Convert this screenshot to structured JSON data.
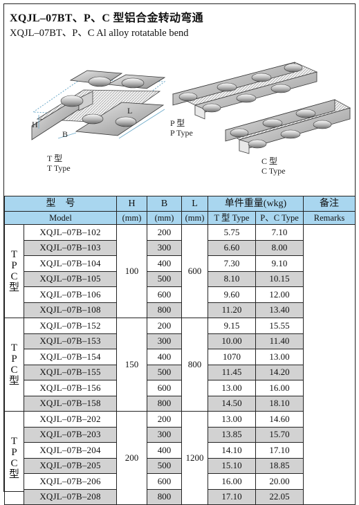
{
  "title_zh": "XQJL–07BT、P、C 型铝合金转动弯通",
  "title_en": "XQJL–07BT、P、C Al alloy rotatable bend",
  "illustration": {
    "t_dims": {
      "h": "H",
      "b": "B",
      "l": "L"
    },
    "t_type_zh": "T 型",
    "t_type_en": "T Type",
    "p_type_zh": "P 型",
    "p_type_en": "P Type",
    "c_type_zh": "C 型",
    "c_type_en": "C Type"
  },
  "colors": {
    "header_bg": "#a9d6ef",
    "shade_row": "#d2d2d2"
  },
  "table": {
    "headers": {
      "model_zh": "型　号",
      "model_en": "Model",
      "h": "H",
      "b": "B",
      "l": "L",
      "unit": "(mm)",
      "weight": "单件重量(wkg)",
      "t_type": "T 型 Type",
      "pc_type": "P、C Type",
      "remarks_zh": "备注",
      "remarks_en": "Remarks"
    },
    "groups": [
      {
        "label": [
          "T",
          "P",
          "C",
          "型"
        ],
        "h": "100",
        "l": "600",
        "rows": [
          {
            "model": "XQJL–07B–102",
            "b": "200",
            "t": "5.75",
            "pc": "7.10"
          },
          {
            "model": "XQJL–07B–103",
            "b": "300",
            "t": "6.60",
            "pc": "8.00"
          },
          {
            "model": "XQJL–07B–104",
            "b": "400",
            "t": "7.30",
            "pc": "9.10"
          },
          {
            "model": "XQJL–07B–105",
            "b": "500",
            "t": "8.10",
            "pc": "10.15"
          },
          {
            "model": "XQJL–07B–106",
            "b": "600",
            "t": "9.60",
            "pc": "12.00"
          },
          {
            "model": "XQJL–07B–108",
            "b": "800",
            "t": "11.20",
            "pc": "13.40"
          }
        ]
      },
      {
        "label": [
          "T",
          "P",
          "C",
          "型"
        ],
        "h": "150",
        "l": "800",
        "rows": [
          {
            "model": "XQJL–07B–152",
            "b": "200",
            "t": "9.15",
            "pc": "15.55"
          },
          {
            "model": "XQJL–07B–153",
            "b": "300",
            "t": "10.00",
            "pc": "11.40"
          },
          {
            "model": "XQJL–07B–154",
            "b": "400",
            "t": "1070",
            "pc": "13.00"
          },
          {
            "model": "XQJL–07B–155",
            "b": "500",
            "t": "11.45",
            "pc": "14.20"
          },
          {
            "model": "XQJL–07B–156",
            "b": "600",
            "t": "13.00",
            "pc": "16.00"
          },
          {
            "model": "XQJL–07B–158",
            "b": "800",
            "t": "14.50",
            "pc": "18.10"
          }
        ]
      },
      {
        "label": [
          "T",
          "P",
          "C",
          "型"
        ],
        "h": "200",
        "l": "1200",
        "rows": [
          {
            "model": "XQJL–07B–202",
            "b": "200",
            "t": "13.00",
            "pc": "14.60"
          },
          {
            "model": "XQJL–07B–203",
            "b": "300",
            "t": "13.85",
            "pc": "15.70"
          },
          {
            "model": "XQJL–07B–204",
            "b": "400",
            "t": "14.10",
            "pc": "17.10"
          },
          {
            "model": "XQJL–07B–205",
            "b": "500",
            "t": "15.10",
            "pc": "18.85"
          },
          {
            "model": "XQJL–07B–206",
            "b": "600",
            "t": "16.00",
            "pc": "20.00"
          },
          {
            "model": "XQJL–07B–208",
            "b": "800",
            "t": "17.10",
            "pc": "22.05"
          }
        ]
      }
    ]
  }
}
